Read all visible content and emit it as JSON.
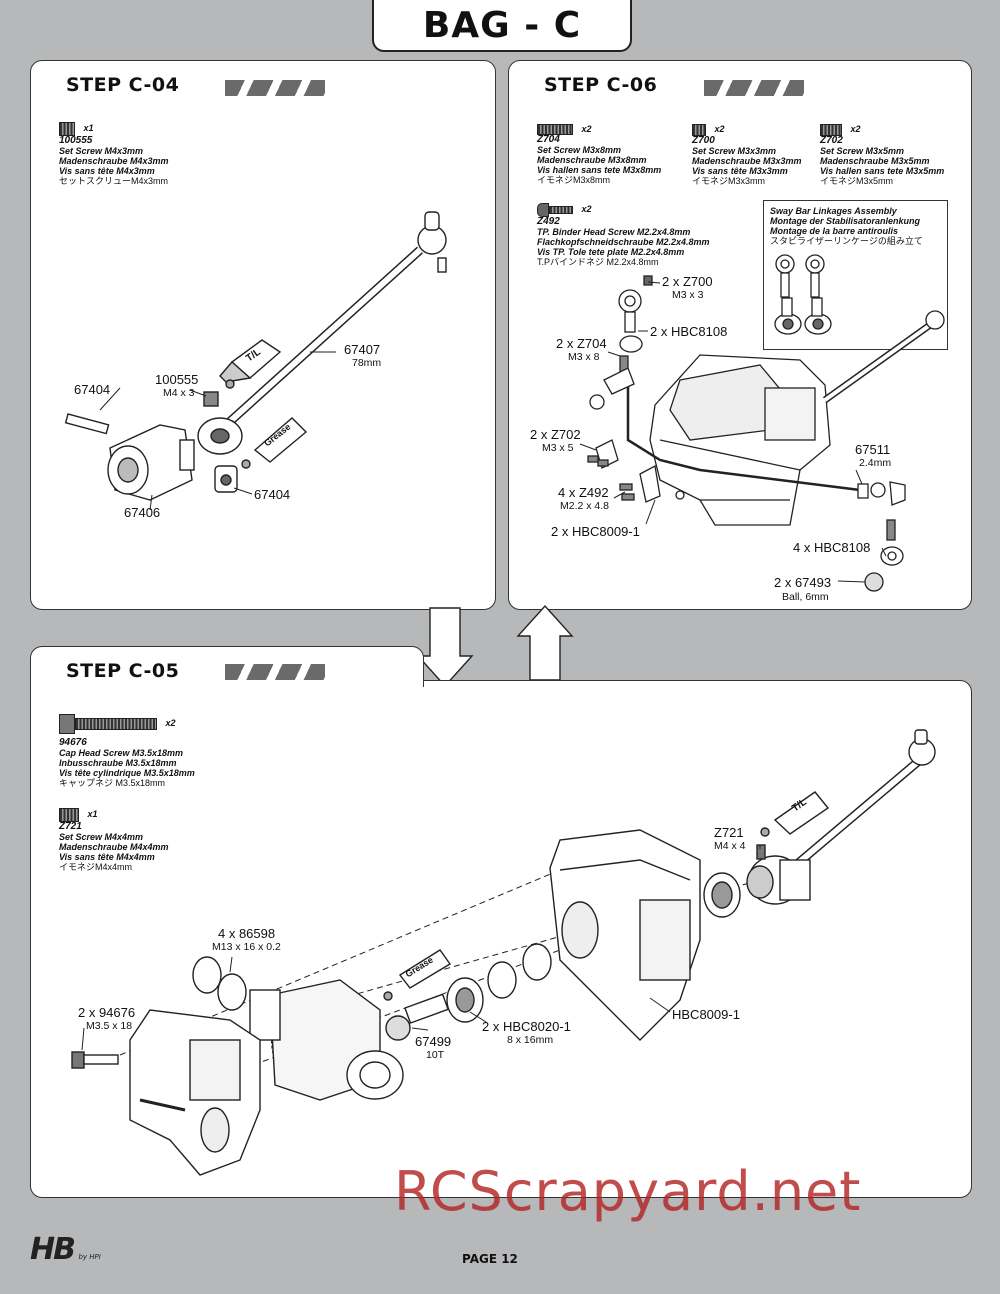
{
  "bag_title": "BAG - C",
  "steps": {
    "c04": {
      "title": "STEP C-04",
      "parts": [
        {
          "qty": "x1",
          "number": "100555",
          "en": "Set Screw M4x3mm",
          "de": "Madenschraube M4x3mm",
          "fr": "Vis sans tête M4x3mm",
          "jp": "セットスクリューM4x3mm"
        }
      ],
      "callouts": {
        "p67407": "67407",
        "p67407_sub": "78mm",
        "p100555": "100555",
        "p100555_sub": "M4 x 3",
        "p67404_a": "67404",
        "p67404_b": "67404",
        "p67406": "67406",
        "tl": "T/L",
        "grease": "Grease"
      }
    },
    "c06": {
      "title": "STEP C-06",
      "parts": [
        {
          "qty": "x2",
          "number": "Z704",
          "en": "Set Screw M3x8mm",
          "de": "Madenschraube M3x8mm",
          "fr": "Vis  hallen sans tete M3x8mm",
          "jp": "イモネジM3x8mm"
        },
        {
          "qty": "x2",
          "number": "Z700",
          "en": "Set Screw M3x3mm",
          "de": "Madenschraube M3x3mm",
          "fr": "Vis sans tête M3x3mm",
          "jp": "イモネジM3x3mm"
        },
        {
          "qty": "x2",
          "number": "Z702",
          "en": "Set Screw M3x5mm",
          "de": "Madenschraube M3x5mm",
          "fr": "Vis  hallen sans tete M3x5mm",
          "jp": "イモネジM3x5mm"
        },
        {
          "qty": "x2",
          "number": "Z492",
          "en": "TP. Binder Head Screw M2.2x4.8mm",
          "de": "Flachkopfschneidschraube M2.2x4.8mm",
          "fr": "Vis TP. Tole tete plate M2.2x4.8mm",
          "jp": "T.Pバインドネジ M2.2x4.8mm"
        }
      ],
      "sway": {
        "en": "Sway Bar Linkages Assembly",
        "de": "Montage der Stabilisatoranlenkung",
        "fr": "Montage de la barre antiroulis",
        "jp": "スタビライザーリンケージの組み立て"
      },
      "callouts": {
        "z700": "2 x Z700",
        "z700_sub": "M3 x 3",
        "hbc8108_a": "2 x HBC8108",
        "z704": "2 x Z704",
        "z704_sub": "M3 x 8",
        "z702": "2 x Z702",
        "z702_sub": "M3 x 5",
        "z492": "4 x Z492",
        "z492_sub": "M2.2 x 4.8",
        "hbc8009": "2 x HBC8009-1",
        "p67511": "67511",
        "p67511_sub": "2.4mm",
        "hbc8108_b": "4 x HBC8108",
        "p67493": "2 x 67493",
        "p67493_sub": "Ball, 6mm"
      }
    },
    "c05": {
      "title": "STEP C-05",
      "parts": [
        {
          "qty": "x2",
          "number": "94676",
          "en": "Cap Head Screw M3.5x18mm",
          "de": "Inbusschraube M3.5x18mm",
          "fr": "Vis tête cylindrique M3.5x18mm",
          "jp": "キャップネジ M3.5x18mm"
        },
        {
          "qty": "x1",
          "number": "Z721",
          "en": "Set Screw M4x4mm",
          "de": "Madenschraube M4x4mm",
          "fr": "Vis sans tête M4x4mm",
          "jp": "イモネジM4x4mm"
        }
      ],
      "callouts": {
        "z721": "Z721",
        "z721_sub": "M4 x 4",
        "p86598": "4 x 86598",
        "p86598_sub": "M13 x 16 x 0.2",
        "p94676": "2 x 94676",
        "p94676_sub": "M3.5 x 18",
        "p67499": "67499",
        "p67499_sub": "10T",
        "hbc8020": "2 x HBC8020-1",
        "hbc8020_sub": "8 x 16mm",
        "hbc8009": "HBC8009-1",
        "tl": "T/L",
        "grease": "Grease"
      }
    }
  },
  "footer": {
    "page": "PAGE 12",
    "logo": "HB",
    "logo_sub": "by HPI"
  },
  "watermark": "RCScrapyard.net"
}
